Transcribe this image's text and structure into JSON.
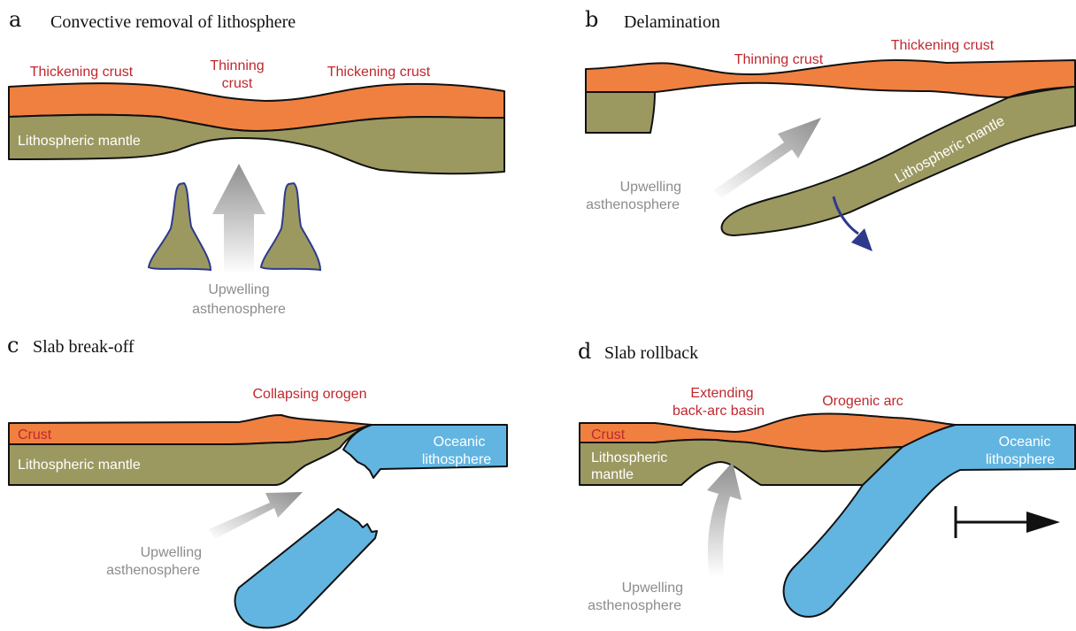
{
  "colors": {
    "crust": "#f08040",
    "lithospheric_mantle": "#9b9960",
    "oceanic_lithosphere": "#62b5e0",
    "label_red": "#c0272d",
    "upwelling_gray": "#9a9a9a",
    "motion_arrow_blue": "#2e3a8c"
  },
  "panels": {
    "a": {
      "letter": "a",
      "title": "Convective removal of lithosphere",
      "labels": {
        "thickening_left": "Thickening crust",
        "thinning_1": "Thinning",
        "thinning_2": "crust",
        "thickening_right": "Thickening crust",
        "mantle": "Lithospheric mantle",
        "upwelling_1": "Upwelling",
        "upwelling_2": "asthenosphere"
      }
    },
    "b": {
      "letter": "b",
      "title": "Delamination",
      "labels": {
        "thinning": "Thinning crust",
        "thickening": "Thickening crust",
        "mantle": "Lithospheric mantle",
        "upwelling_1": "Upwelling",
        "upwelling_2": "asthenosphere"
      }
    },
    "c": {
      "letter": "c",
      "title": "Slab break-off",
      "labels": {
        "collapsing": "Collapsing orogen",
        "crust": "Crust",
        "mantle": "Lithospheric mantle",
        "oceanic_1": "Oceanic",
        "oceanic_2": "lithosphere",
        "upwelling_1": "Upwelling",
        "upwelling_2": "asthenosphere"
      }
    },
    "d": {
      "letter": "d",
      "title": "Slab rollback",
      "labels": {
        "extending_1": "Extending",
        "extending_2": "back-arc basin",
        "orogenic_arc": "Orogenic arc",
        "crust": "Crust",
        "mantle_1": "Lithospheric",
        "mantle_2": "mantle",
        "oceanic_1": "Oceanic",
        "oceanic_2": "lithosphere",
        "upwelling_1": "Upwelling",
        "upwelling_2": "asthenosphere"
      }
    }
  }
}
